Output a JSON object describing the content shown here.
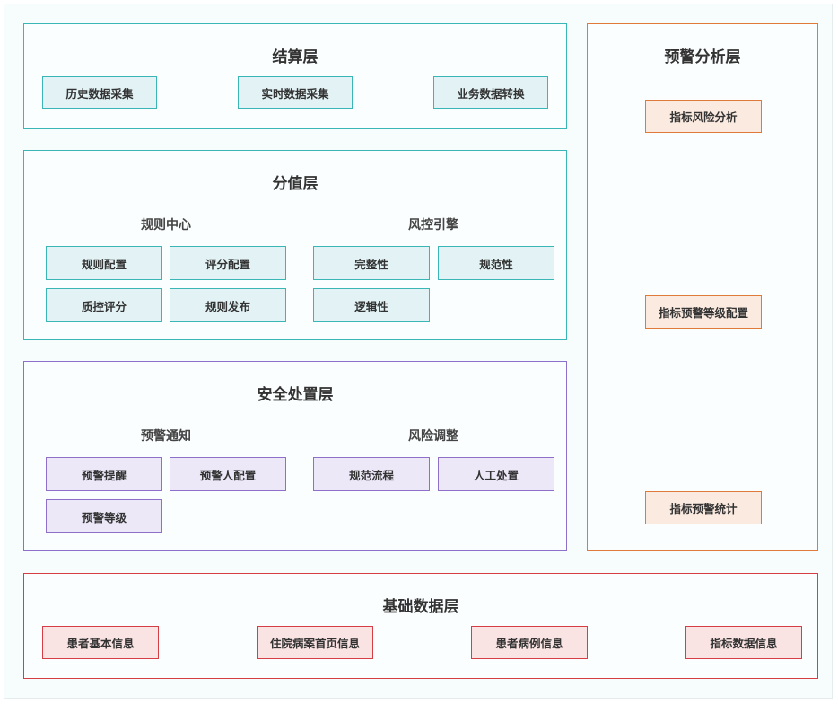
{
  "settlement": {
    "title": "结算层",
    "items": [
      "历史数据采集",
      "实时数据采集",
      "业务数据转换"
    ]
  },
  "score": {
    "title": "分值层",
    "rule_center": {
      "title": "规则中心",
      "items": [
        "规则配置",
        "评分配置",
        "质控评分",
        "规则发布"
      ]
    },
    "risk_engine": {
      "title": "风控引擎",
      "items": [
        "完整性",
        "规范性",
        "逻辑性"
      ]
    }
  },
  "security": {
    "title": "安全处置层",
    "alert_notice": {
      "title": "预警通知",
      "items": [
        "预警提醒",
        "预警人配置",
        "预警等级"
      ]
    },
    "risk_adjust": {
      "title": "风险调整",
      "items": [
        "规范流程",
        "人工处置"
      ]
    }
  },
  "warning": {
    "title": "预警分析层",
    "items": [
      "指标风险分析",
      "指标预警等级配置",
      "指标预警统计"
    ]
  },
  "base": {
    "title": "基础数据层",
    "items": [
      "患者基本信息",
      "住院病案首页信息",
      "患者病例信息",
      "指标数据信息"
    ]
  },
  "colors": {
    "teal": "#3bb6b6",
    "purple": "#8e6fca",
    "orange": "#e07a3b",
    "red": "#d63e45"
  }
}
